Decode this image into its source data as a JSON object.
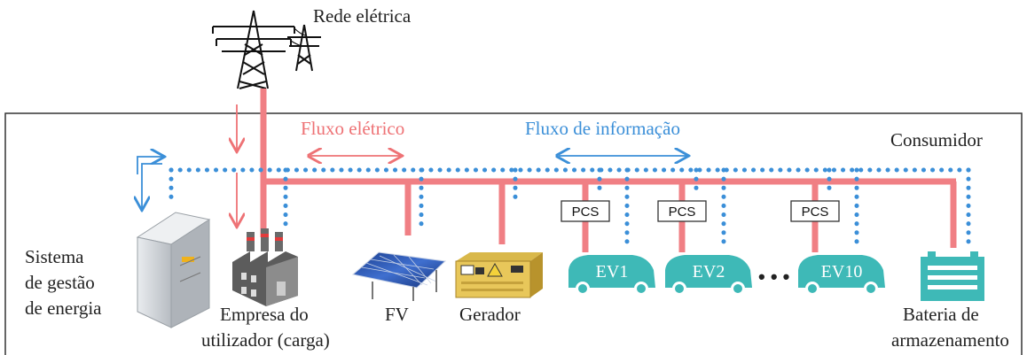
{
  "labels": {
    "grid": "Rede elétrica",
    "consumer": "Consumidor",
    "electric_flow": "Fluxo elétrico",
    "info_flow": "Fluxo de informação",
    "ems": [
      "Sistema",
      "de gestão",
      "de energia"
    ],
    "company": [
      "Empresa do",
      "utilizador (carga)"
    ],
    "pv": "FV",
    "generator": "Gerador",
    "battery": [
      "Bateria de",
      "armazenamento"
    ],
    "ellipsis": "• • •"
  },
  "evs": [
    {
      "label": "EV1",
      "pcs": "PCS"
    },
    {
      "label": "EV2",
      "pcs": "PCS"
    },
    {
      "label": "EV10",
      "pcs": "PCS"
    }
  ],
  "colors": {
    "electric": "#f07f84",
    "information": "#3b8fd8",
    "ev_fill": "#3eb9b7",
    "battery_fill": "#3eb9b7",
    "border": "#333333"
  }
}
